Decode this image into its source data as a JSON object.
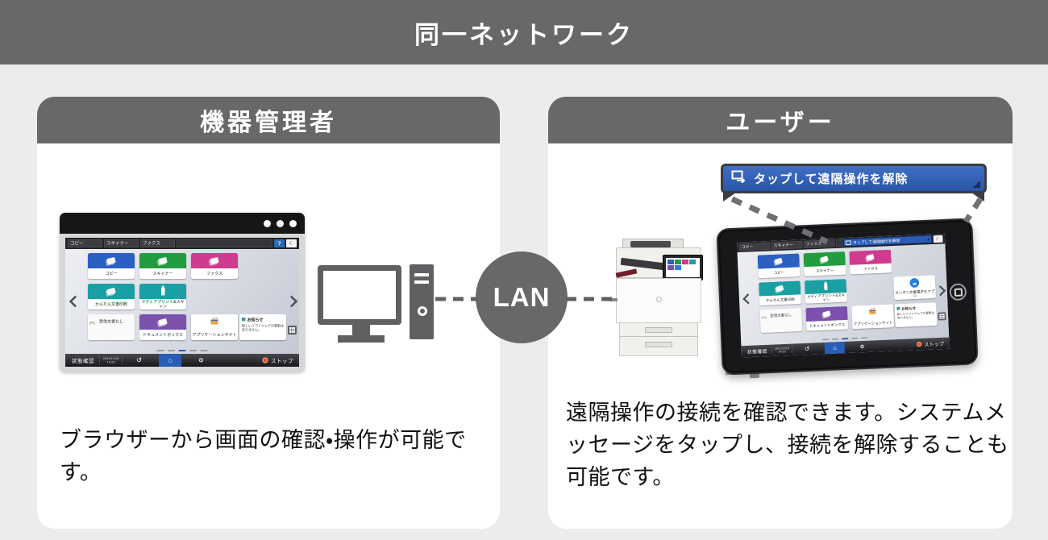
{
  "banner": {
    "title": "同一ネットワーク"
  },
  "lan_label": "LAN",
  "admin_panel": {
    "title": "機器管理者",
    "caption": "ブラウザーから画面の確認・操作が可能です。"
  },
  "user_panel": {
    "title": "ユーザー",
    "tooltip": "タップして遠隔操作を解除",
    "caption": "遠隔操作の接続を確認できます。システムメッセージをタップし、接続を解除することも可能です。"
  },
  "screen": {
    "tabs": [
      "コピー",
      "スキャナー",
      "ファクス"
    ],
    "system_message": "タップして遠隔操作を解除",
    "icons": {
      "help": "?",
      "moon": "☾",
      "cloud": "☁",
      "back": "↺",
      "home": "⌂",
      "gear": "⚙"
    },
    "tiles": {
      "copy": "コピー",
      "scanner": "スキャナー",
      "fax": "ファクス",
      "easy_print": "かんたん文書印刷",
      "media_print": "メディアプリント&スキャン",
      "cloud_app": "カンタン文書電子化アプリ",
      "received": "受信文書なし",
      "doc_box": "ドキュメントボックス",
      "app_site": "アプリケーションサイト",
      "notice_title": "お知らせ",
      "notice_body": "新しいソフトウェアの更新はありません。"
    },
    "bottom": {
      "status": "状態確認",
      "date": "2021/12/18",
      "time": "14:23",
      "stop": "ストップ"
    }
  },
  "colors": {
    "banner_bg": "#67686a",
    "page_bg": "#ececec",
    "panel_header_bg": "#67686a",
    "lan_bg": "#67686a",
    "tooltip_bg": "#2a55a8",
    "tile_copy": "#2b5fc2",
    "tile_scanner": "#229c3e",
    "tile_fax": "#cf3b8e",
    "tile_teal": "#1aa0a4",
    "tile_purple": "#7c50ad",
    "home_blue": "#2a5db5",
    "stop_red": "#e2511f"
  }
}
